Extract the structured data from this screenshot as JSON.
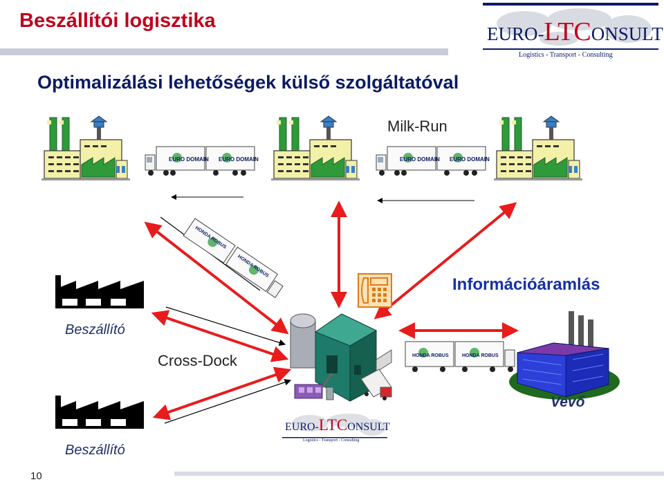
{
  "header": {
    "title": "Beszállítói logisztika",
    "subtitle": "Optimalizálási lehetőségek külső szolgáltatóval"
  },
  "logo": {
    "prefix": "EURO-",
    "ltc": "LTC",
    "suffix": "ONSULT",
    "tagline": "Logistics  -  Transport  -  Consulting"
  },
  "labels": {
    "milk_run": "Milk-Run",
    "info_flow": "Információáramlás",
    "supplier_top": "Beszállító",
    "supplier_bottom": "Beszállító",
    "cross_dock": "Cross-Dock",
    "customer": "Vevő"
  },
  "truck_text": {
    "milkrun": "EURO DOMAIN",
    "crossdock": "HONDA ROBUS"
  },
  "footer": {
    "page_number": "10"
  },
  "colors": {
    "title_red": "#c0001a",
    "navy": "#0a1a66",
    "arrow_red": "#e81c1c",
    "factory_green": "#2f9a3a",
    "factory_cream": "#f3f0a8",
    "label_blue": "#1530a8"
  }
}
